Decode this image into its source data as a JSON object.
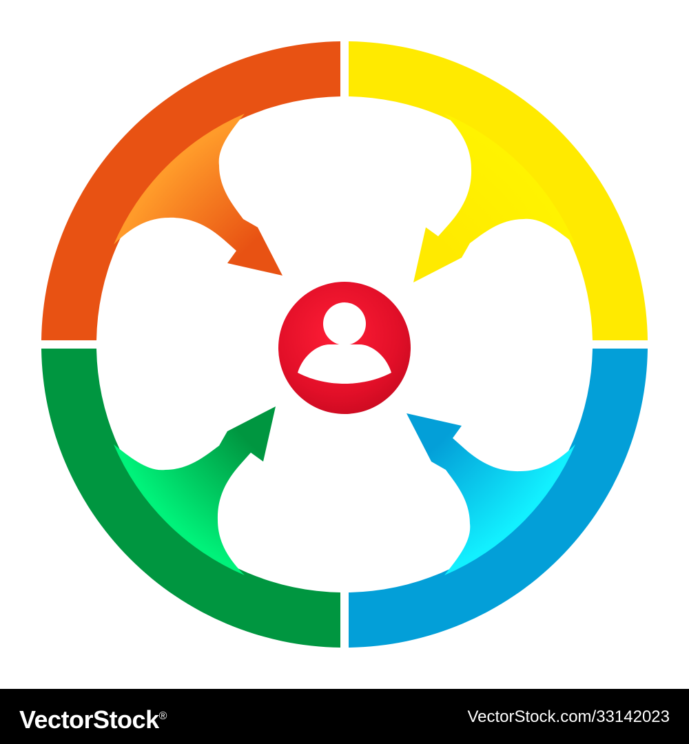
{
  "diagram": {
    "quadrants": [
      {
        "id": "orange",
        "position": "top-left",
        "color": "#E85213",
        "arrow_light": "#FF9B2A"
      },
      {
        "id": "yellow",
        "position": "top-right",
        "color": "#FFEA00",
        "arrow_light": "#FFF300"
      },
      {
        "id": "green",
        "position": "bottom-left",
        "color": "#009640",
        "arrow_light": "#00F27A"
      },
      {
        "id": "blue",
        "position": "bottom-right",
        "color": "#039FD8",
        "arrow_light": "#12F0FF"
      }
    ],
    "center": {
      "icon": "user-icon",
      "color": "#E20F28",
      "highlight": "#FF1E36",
      "icon_color": "#ffffff"
    }
  },
  "watermark": {
    "brand": "VectorStock",
    "registered_mark": "®",
    "url": "VectorStock.com/33142023"
  }
}
